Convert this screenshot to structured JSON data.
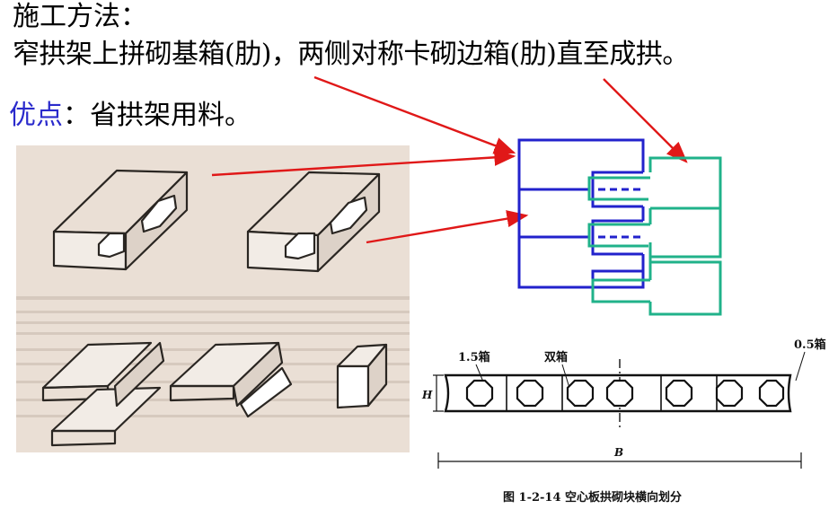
{
  "heading": "施工方法：",
  "description": "窄拱架上拼砌基箱(肋)，两侧对称卡砌边箱(肋)直至成拱。",
  "advantage": {
    "label": "优点",
    "colon": "：",
    "text": "省拱架用料。"
  },
  "figure": {
    "caption": "图 1-2-14   空心板拱砌块横向划分",
    "label_left": "1.5箱",
    "label_mid": "双箱",
    "label_right": "0.5箱",
    "dim_height": "H",
    "dim_width": "B"
  },
  "colors": {
    "arrow": "#e01818",
    "base_box": "#2222cc",
    "side_box": "#20b28a",
    "advantage_label": "#2a2acc"
  },
  "icons": [
    "hollow-box-block-illustration",
    "box-section-diagram",
    "hollow-slab-cross-section"
  ]
}
